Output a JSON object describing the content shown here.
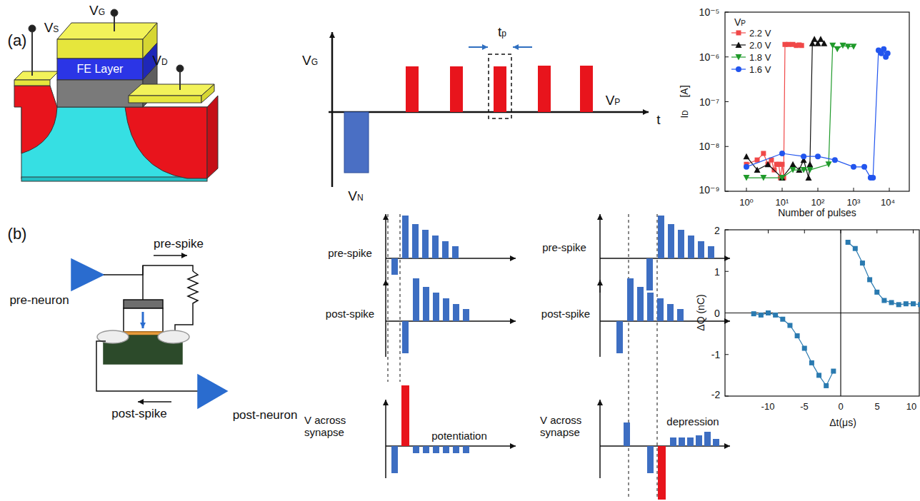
{
  "diagram": {
    "nodes": [
      {
        "text": [
          "FE Layer"
        ]
      }
    ],
    "labels": [
      "(a)",
      "VS",
      "VG",
      "VD",
      "VG",
      "tp",
      "VP",
      "t",
      "VN",
      "(b)",
      "pre-spike",
      "pre-neuron",
      "post-spike",
      "post-neuron",
      "pre-spike",
      "post-spike",
      "V across synapse",
      "potentiation",
      "pre-spike",
      "post-spike",
      "V across synapse",
      "depression",
      "10⁻⁵",
      "10⁻⁶",
      "10⁻⁷",
      "10⁻⁸",
      "10⁻⁹",
      "10⁰",
      "10¹",
      "10²",
      "10³",
      "10⁴",
      "ID",
      "[A]",
      "Number of pulses",
      "VP",
      "2",
      "1",
      "0",
      "-1",
      "-2",
      "-10",
      "-5",
      "0",
      "5",
      "10",
      "ΔQ (nC)",
      "Δt(μs)"
    ],
    "legend": [
      {
        "text": "2.2 V"
      },
      {
        "text": "2.0 V"
      },
      {
        "text": "1.8 V"
      },
      {
        "text": "1.6 V"
      }
    ]
  }
}
